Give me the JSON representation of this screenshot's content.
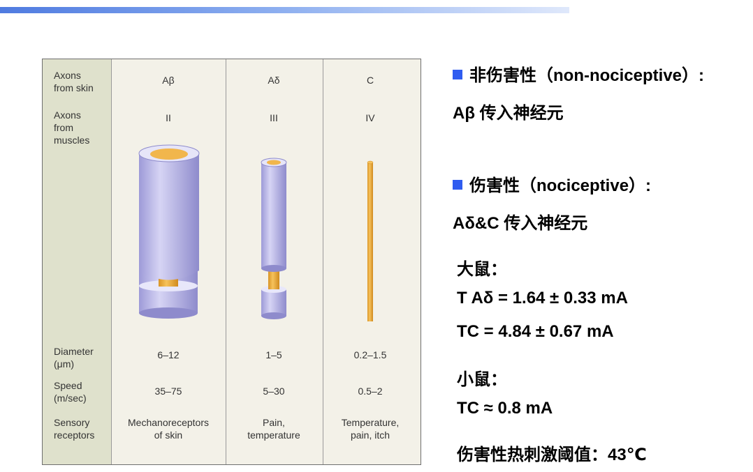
{
  "figure": {
    "rows": {
      "axons_skin_label": "Axons\nfrom skin",
      "axons_muscles_label": "Axons\nfrom\nmuscles",
      "diameter_label": "Diameter\n(μm)",
      "speed_label": "Speed\n(m/sec)",
      "receptors_label": "Sensory\nreceptors"
    },
    "columns": [
      {
        "skin": "Aβ",
        "muscle": "II",
        "diameter": "6–12",
        "speed": "35–75",
        "receptors": "Mechanoreceptors\nof skin"
      },
      {
        "skin": "Aδ",
        "muscle": "III",
        "diameter": "1–5",
        "speed": "5–30",
        "receptors": "Pain,\ntemperature"
      },
      {
        "skin": "C",
        "muscle": "IV",
        "diameter": "0.2–1.5",
        "speed": "0.5–2",
        "receptors": "Temperature,\npain, itch"
      }
    ],
    "colors": {
      "myelin": "#c9c7ec",
      "axon": "#f0b44a",
      "label_bg": "#dfe1cc",
      "panel_bg": "#f3f1e8"
    }
  },
  "right": {
    "line1": "非伤害性（non-nociceptive）:",
    "line2": "Aβ 传入神经元",
    "line3": "伤害性（nociceptive）:",
    "line4": "Aδ&C 传入神经元",
    "line5": "大鼠：",
    "line6": "T Aδ = 1.64 ± 0.33 mA",
    "line7": "TC = 4.84 ± 0.67 mA",
    "line8": "小鼠：",
    "line9": "TC ≈ 0.8 mA",
    "line10": "伤害性热刺激阈值：43℃",
    "bullet_color": "#2f5cf0"
  }
}
